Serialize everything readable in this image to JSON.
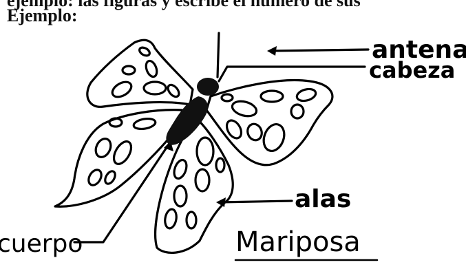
{
  "header": {
    "cut_text": "ejemplo: las figuras y escribe el número de sus",
    "example_label": "Ejemplo:"
  },
  "diagram": {
    "title": "Mariposa",
    "labels": {
      "antenna": "antena",
      "head": "cabeza",
      "wings": "alas",
      "body": "cuerpo"
    }
  }
}
